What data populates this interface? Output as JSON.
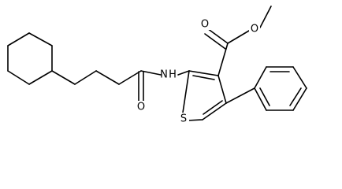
{
  "molecule": {
    "atom_labels": {
      "ester_carbonyl_o": "O",
      "ester_ether_o": "O",
      "amide_n": "N",
      "amide_h": "H",
      "amide_carbonyl_o": "O",
      "thiophene_s": "S"
    }
  }
}
